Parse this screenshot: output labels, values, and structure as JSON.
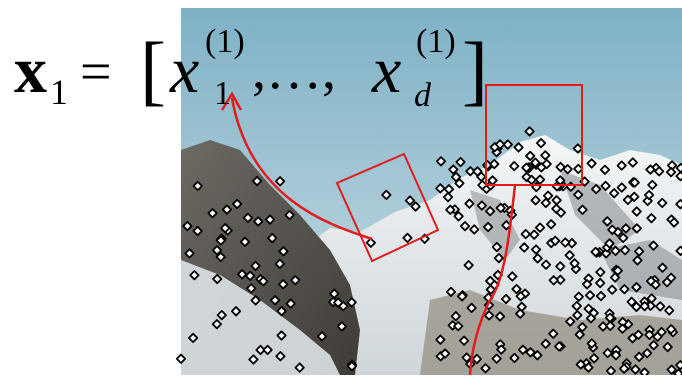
{
  "formula": {
    "lhs_symbol": "x",
    "lhs_subscript": "1",
    "equals": "=",
    "open_bracket": "[",
    "first_var": "x",
    "first_superscript": "(1)",
    "first_subscript": "1",
    "separator": ",…,",
    "last_var": "x",
    "last_superscript": "(1)",
    "last_subscript": "d",
    "close_bracket": "]"
  },
  "colors": {
    "annotation": "#e31b1b",
    "keypoint_fill": "#ffffff",
    "keypoint_stroke": "#000000",
    "sky_top": "#7fb1c6",
    "sky_bottom": "#bfd9e2",
    "snow": "#eef2f4",
    "rock": "#6b6760"
  }
}
